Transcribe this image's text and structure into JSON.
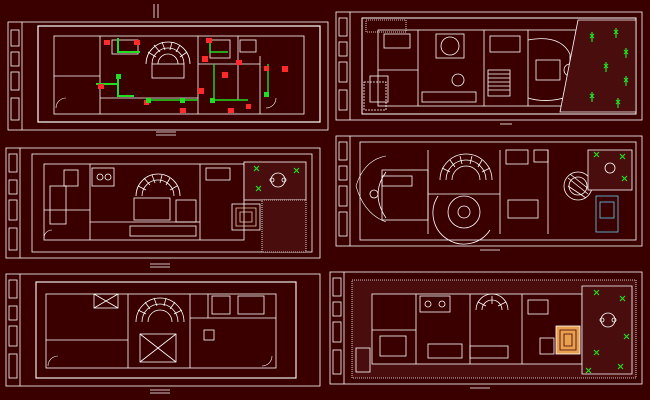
{
  "view": {
    "background": "#3a0000",
    "line_color": "#ffffff",
    "accent_red": "#ff2a2a",
    "accent_green": "#22dd22",
    "accent_cyan": "#66ccee",
    "accent_orange": "#e8a050"
  },
  "sheets": [
    {
      "id": "sheet-1",
      "kind": "electrical-plan"
    },
    {
      "id": "sheet-2",
      "kind": "furniture-plan-with-garden"
    },
    {
      "id": "sheet-3",
      "kind": "furniture-plan-with-garden"
    },
    {
      "id": "sheet-4",
      "kind": "furniture-plan-round"
    },
    {
      "id": "sheet-5",
      "kind": "basic-floor-plan"
    },
    {
      "id": "sheet-6",
      "kind": "furniture-plan-with-garden"
    }
  ]
}
